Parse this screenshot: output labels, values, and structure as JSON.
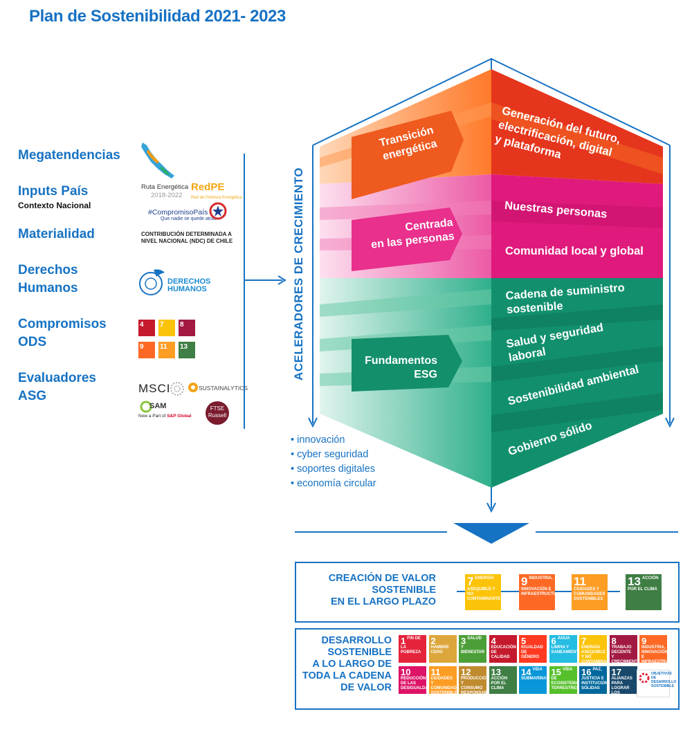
{
  "title": "Plan de Sostenibilidad 2021- 2023",
  "left_items": {
    "megatendencias": "Megatendencias",
    "inputs_pais": "Inputs País",
    "contexto_nacional": "Contexto Nacional",
    "materialidad": "Materialidad",
    "derechos_1": "Derechos",
    "derechos_2": "Humanos",
    "compromisos_1": "Compromisos",
    "compromisos_2": "ODS",
    "evaluadores_1": "Evaluadores",
    "evaluadores_2": "ASG"
  },
  "logos": {
    "ruta_1": "Ruta Energética",
    "ruta_2": "2018-2022",
    "redpe": "RedPE",
    "redpe_sub": "Red de Pobreza Energética",
    "compromiso_pais": "#CompromisoPaís",
    "compromiso_sub": "Que nadie se quede atrás",
    "ndc_1": "CONTRIBUCIÓN DETERMINADA A",
    "ndc_2": "NIVEL NACIONAL (NDC) DE CHILE",
    "ddhh_1": "DERECHOS",
    "ddhh_2": "HUMANOS",
    "msci": "MSCI",
    "sustainalytics": "SUSTAINALYTICS",
    "sam": "SAM",
    "sam_sub_1": "Now a Part of",
    "sam_sub_2": "S&P Global",
    "ftse_1": "FTSE",
    "ftse_2": "Russell"
  },
  "vertical_label": "ACELERADORES DE CRECIMIENTO",
  "pillars": {
    "transicion_1": "Transición",
    "transicion_2": "energética",
    "personas_1": "Centrada",
    "personas_2": "en las personas",
    "esg_1": "Fundamentos",
    "esg_2": "ESG"
  },
  "right_labels": {
    "generacion_1": "Generación del futuro,",
    "generacion_2": "electrificación, digital",
    "generacion_3": "y plataforma",
    "nuestras": "Nuestras personas",
    "comunidad": "Comunidad local y global",
    "cadena_1": "Cadena de suministro",
    "cadena_2": "sostenible",
    "salud_1": "Salud y seguridad",
    "salud_2": "laboral",
    "sostenibilidad": "Sostenibilidad ambiental",
    "gobierno": "Gobierno sólido"
  },
  "bullets": [
    "innovación",
    "cyber seguridad",
    "soportes digitales",
    "economía circular"
  ],
  "box1": {
    "title_1": "CREACIÓN DE VALOR",
    "title_2": "SOSTENIBLE",
    "title_3": "EN EL LARGO PLAZO",
    "goals": [
      {
        "n": "7",
        "t": "ENERGÍA ASEQUIBLE Y NO CONTAMINANTE",
        "c": "#fcc30b"
      },
      {
        "n": "9",
        "t": "INDUSTRIA, INNOVACIÓN E INFRAESTRUCTURA",
        "c": "#fd6925"
      },
      {
        "n": "11",
        "t": "CIUDADES Y COMUNIDADES SOSTENIBLES",
        "c": "#fd9d24"
      },
      {
        "n": "13",
        "t": "ACCIÓN POR EL CLIMA",
        "c": "#3f7e44"
      }
    ]
  },
  "box2": {
    "title_1": "DESARROLLO",
    "title_2": "SOSTENIBLE",
    "title_3": "A LO LARGO DE",
    "title_4": "TODA LA CADENA",
    "title_5": "DE VALOR",
    "goals": [
      {
        "n": "1",
        "t": "FIN DE LA POBREZA",
        "c": "#e5243b"
      },
      {
        "n": "2",
        "t": "HAMBRE CERO",
        "c": "#dda63a"
      },
      {
        "n": "3",
        "t": "SALUD Y BIENESTAR",
        "c": "#4c9f38"
      },
      {
        "n": "4",
        "t": "EDUCACIÓN DE CALIDAD",
        "c": "#c5192d"
      },
      {
        "n": "5",
        "t": "IGUALDAD DE GÉNERO",
        "c": "#ff3a21"
      },
      {
        "n": "6",
        "t": "AGUA LIMPIA Y SANEAMIENTO",
        "c": "#26bde2"
      },
      {
        "n": "7",
        "t": "ENERGÍA ASEQUIBLE Y NO CONTAMINANTE",
        "c": "#fcc30b"
      },
      {
        "n": "8",
        "t": "TRABAJO DECENTE Y CRECIMIENTO ECONÓMICO",
        "c": "#a21942"
      },
      {
        "n": "9",
        "t": "INDUSTRIA, INNOVACIÓN E INFRAESTRUCTURA",
        "c": "#fd6925"
      },
      {
        "n": "10",
        "t": "REDUCCIÓN DE LAS DESIGUALDADES",
        "c": "#dd1367"
      },
      {
        "n": "11",
        "t": "CIUDADES Y COMUNIDADES SOSTENIBLES",
        "c": "#fd9d24"
      },
      {
        "n": "12",
        "t": "PRODUCCIÓN Y CONSUMO RESPONSABLES",
        "c": "#bf8b2e"
      },
      {
        "n": "13",
        "t": "ACCIÓN POR EL CLIMA",
        "c": "#3f7e44"
      },
      {
        "n": "14",
        "t": "VIDA SUBMARINA",
        "c": "#0a97d9"
      },
      {
        "n": "15",
        "t": "VIDA DE ECOSISTEMAS TERRESTRES",
        "c": "#56c02b"
      },
      {
        "n": "16",
        "t": "PAZ, JUSTICIA E INSTITUCIONES SÓLIDAS",
        "c": "#00689d"
      },
      {
        "n": "17",
        "t": "ALIANZAS PARA LOGRAR LOS OBJETIVOS",
        "c": "#19486a"
      }
    ],
    "sdg_logo_1": "OBJETIVOS",
    "sdg_logo_2": "DE DESARROLLO",
    "sdg_logo_3": "SOSTENIBLE"
  },
  "ods_mini": [
    {
      "n": "4",
      "c": "#c5192d"
    },
    {
      "n": "7",
      "c": "#fcc30b"
    },
    {
      "n": "8",
      "c": "#a21942"
    },
    {
      "n": "9",
      "c": "#fd6925"
    },
    {
      "n": "11",
      "c": "#fd9d24"
    },
    {
      "n": "13",
      "c": "#3f7e44"
    }
  ],
  "colors": {
    "brand_blue": "#1672c3",
    "orange": "#ef5a1f",
    "magenta": "#e01a7c",
    "teal": "#12906e"
  }
}
